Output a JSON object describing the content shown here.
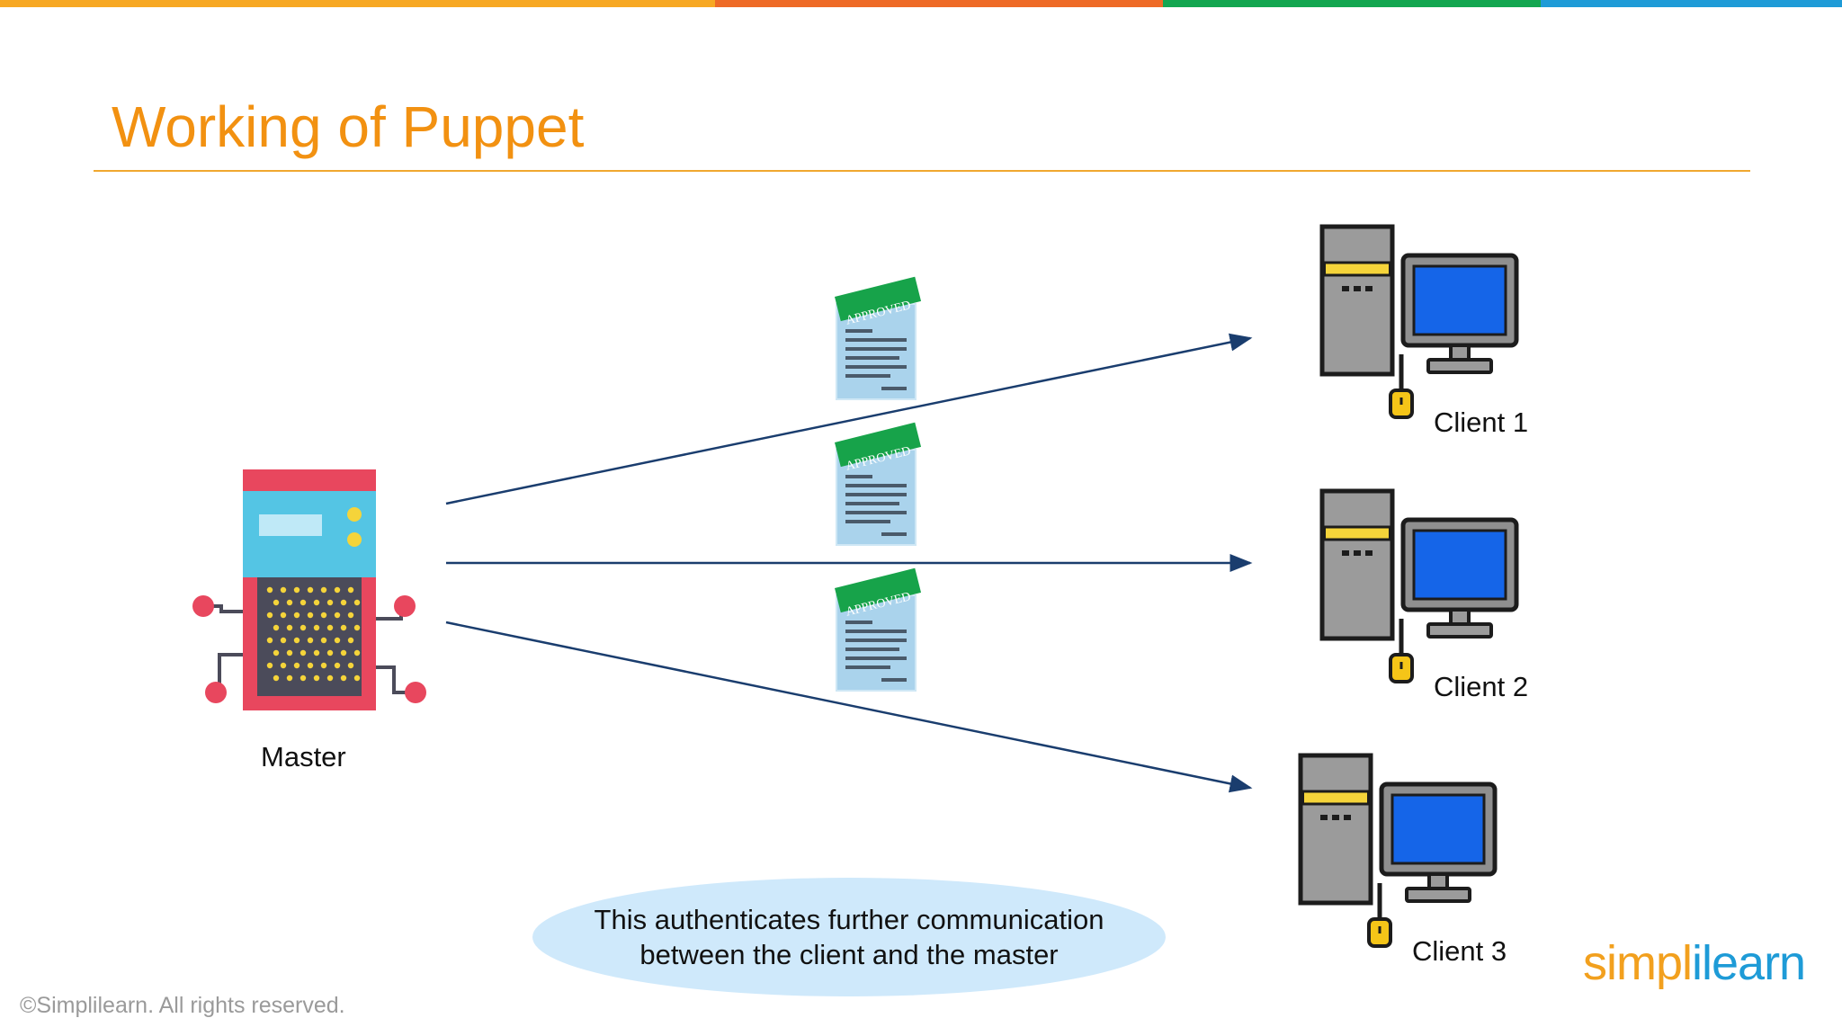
{
  "slide": {
    "title": "Working of Puppet",
    "copyright": "©Simplilearn. All rights reserved.",
    "logo_part1": "simpl",
    "logo_part2": "ilearn"
  },
  "colors": {
    "title": "#f29111",
    "topbar": [
      "#f7a823",
      "#ee6a26",
      "#13a650",
      "#1e9bd7"
    ],
    "arrow": "#1a3d6e",
    "bubble": "#cfe9fb",
    "approved_badge": "#17a34a"
  },
  "diagram": {
    "master_label": "Master",
    "clients": [
      {
        "label": "Client 1"
      },
      {
        "label": "Client 2"
      },
      {
        "label": "Client 3"
      }
    ],
    "certificates": [
      {
        "stamp": "APPROVED"
      },
      {
        "stamp": "APPROVED"
      },
      {
        "stamp": "APPROVED"
      }
    ],
    "note": "This authenticates further communication between the client and the master",
    "icons": [
      "master-server-icon",
      "client-computer-icon",
      "approved-certificate-icon"
    ]
  }
}
